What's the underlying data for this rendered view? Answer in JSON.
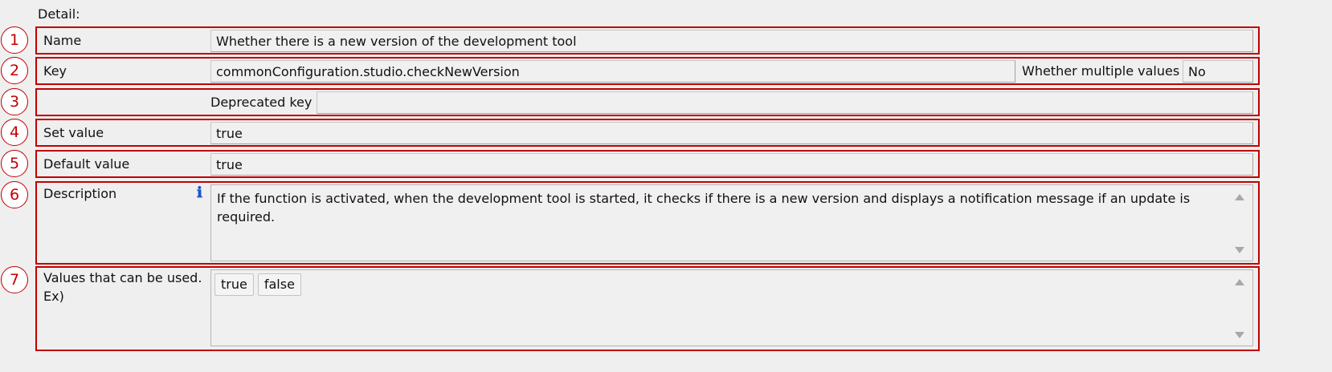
{
  "detail_title": "Detail:",
  "markers": [
    "1",
    "2",
    "3",
    "4",
    "5",
    "6",
    "7"
  ],
  "rows": {
    "name": {
      "label": "Name",
      "value": "Whether there is a new version of the development tool"
    },
    "key": {
      "label": "Key",
      "value": "commonConfiguration.studio.checkNewVersion",
      "multiple_label": "Whether multiple values",
      "multiple_value": "No"
    },
    "deprecated": {
      "label": "Deprecated key",
      "value": ""
    },
    "set_value": {
      "label": "Set value",
      "value": "true"
    },
    "default_value": {
      "label": "Default value",
      "value": "true"
    },
    "description": {
      "label": "Description",
      "text": "If the function is activated, when the development tool is started, it checks if there is a new version and displays a notification message if an update is required.",
      "icon": "info-icon"
    },
    "values": {
      "label_line1": "Values that can be used.",
      "label_line2": "Ex)",
      "chips": [
        "true",
        "false"
      ]
    }
  },
  "colors": {
    "annotation": "#c00000",
    "info_icon": "#1a55c8",
    "background": "#efefef"
  }
}
